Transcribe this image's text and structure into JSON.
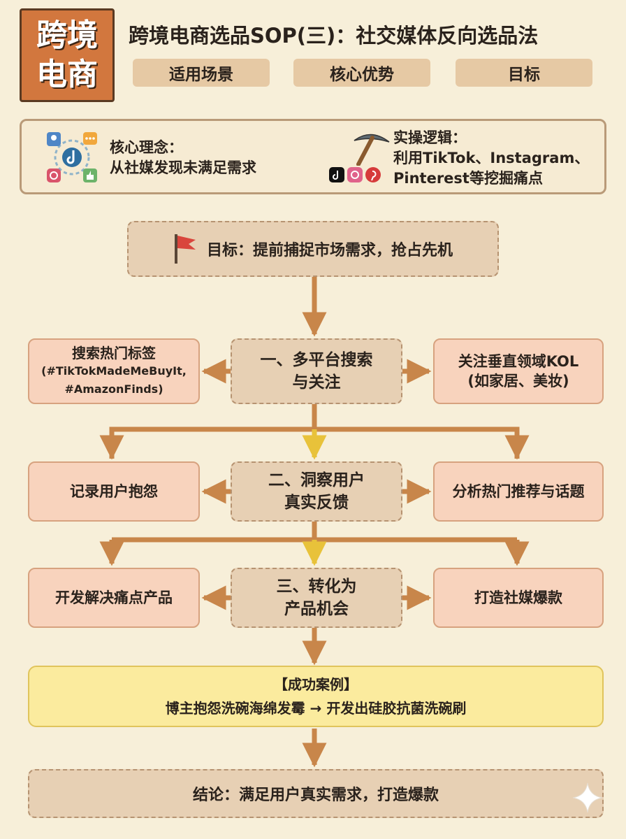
{
  "logo": {
    "line1": "跨境",
    "line2": "电商"
  },
  "title": "跨境电商选品SOP(三)：社交媒体反向选品法",
  "tags": [
    "适用场景",
    "核心优势",
    "目标"
  ],
  "info": {
    "concept_label": "核心理念：",
    "concept_text": "从社媒发现未满足需求",
    "logic_label": "实操逻辑：",
    "logic_line2": "利用TikTok、Instagram、",
    "logic_line3": "Pinterest等挖掘痛点"
  },
  "goal": "目标：提前捕捉市场需求，抢占先机",
  "steps": [
    {
      "center_line1": "一、多平台搜索",
      "center_line2": "与关注",
      "left_line1": "搜索热门标签",
      "left_line2": "(#TikTokMadeMeBuyIt,",
      "left_line3": "#AmazonFinds)",
      "right_line1": "关注垂直领域KOL",
      "right_line2": "(如家居、美妆)"
    },
    {
      "center_line1": "二、洞察用户",
      "center_line2": "真实反馈",
      "left_line1": "记录用户抱怨",
      "right_line1": "分析热门推荐与话题"
    },
    {
      "center_line1": "三、转化为",
      "center_line2": "产品机会",
      "left_line1": "开发解决痛点产品",
      "right_line1": "打造社媒爆款"
    }
  ],
  "case": {
    "title": "【成功案例】",
    "text": "博主抱怨洗碗海绵发霉 → 开发出硅胶抗菌洗碗刷"
  },
  "conclusion": "结论：满足用户真实需求，打造爆款",
  "icons": [
    "social-media-icon",
    "pickaxe-icon",
    "tiktok-icon",
    "instagram-icon",
    "pinterest-icon",
    "flag-icon",
    "sparkle-icon"
  ],
  "colors": {
    "arrow": "#c8864a",
    "arrow_yellow": "#e8c23a",
    "logo": "#d2773e",
    "case_bg": "#fbeb9e"
  }
}
